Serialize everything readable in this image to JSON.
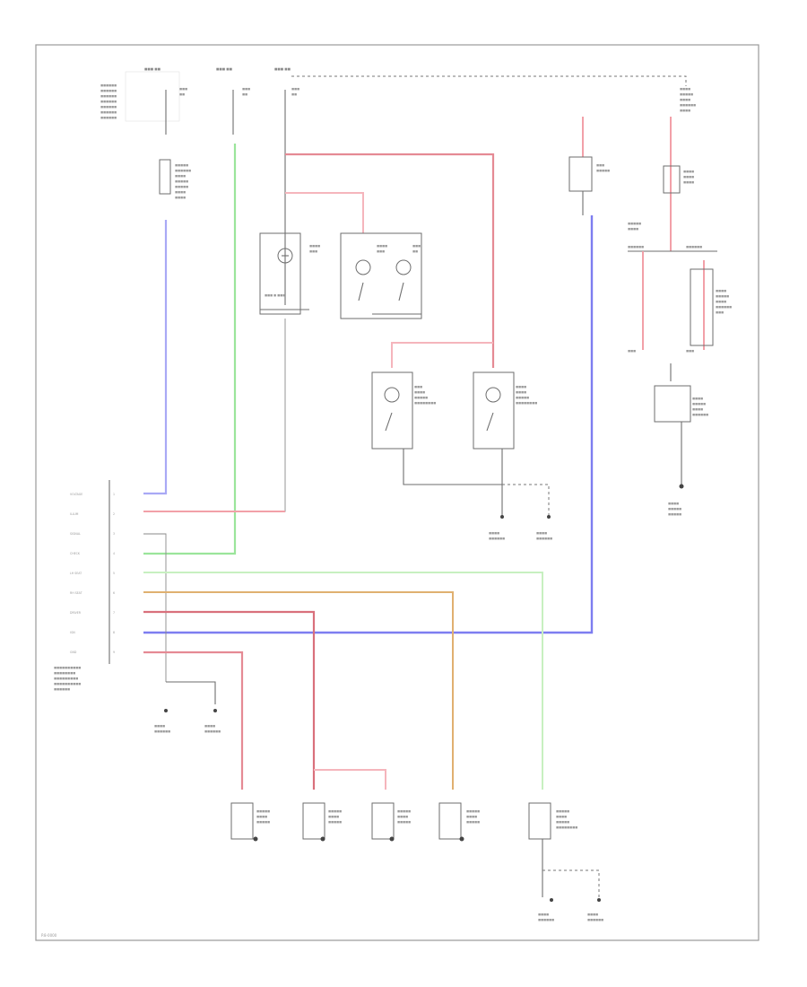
{
  "colors": {
    "red": "#f2a0a8",
    "red_dark": "#d9707c",
    "pink": "#f5b5bc",
    "green": "#9be59b",
    "green_light": "#c7f0c0",
    "blue": "#7d7df0",
    "blue_light": "#a9a9f5",
    "orange": "#e0b070"
  },
  "ecm_pins": [
    {
      "pin": "1",
      "text": "VOLTAGE"
    },
    {
      "pin": "2",
      "text": "ILLUM"
    },
    {
      "pin": "3",
      "text": "SIGNAL"
    },
    {
      "pin": "4",
      "text": "CHECK"
    },
    {
      "pin": "5",
      "text": "LH SEAT"
    },
    {
      "pin": "6",
      "text": "RH SEAT"
    },
    {
      "pin": "7",
      "text": "DRIVER"
    },
    {
      "pin": "8",
      "text": "IGN"
    },
    {
      "pin": "9",
      "text": "GND"
    }
  ],
  "footer": {
    "code": "P.8-0000"
  }
}
